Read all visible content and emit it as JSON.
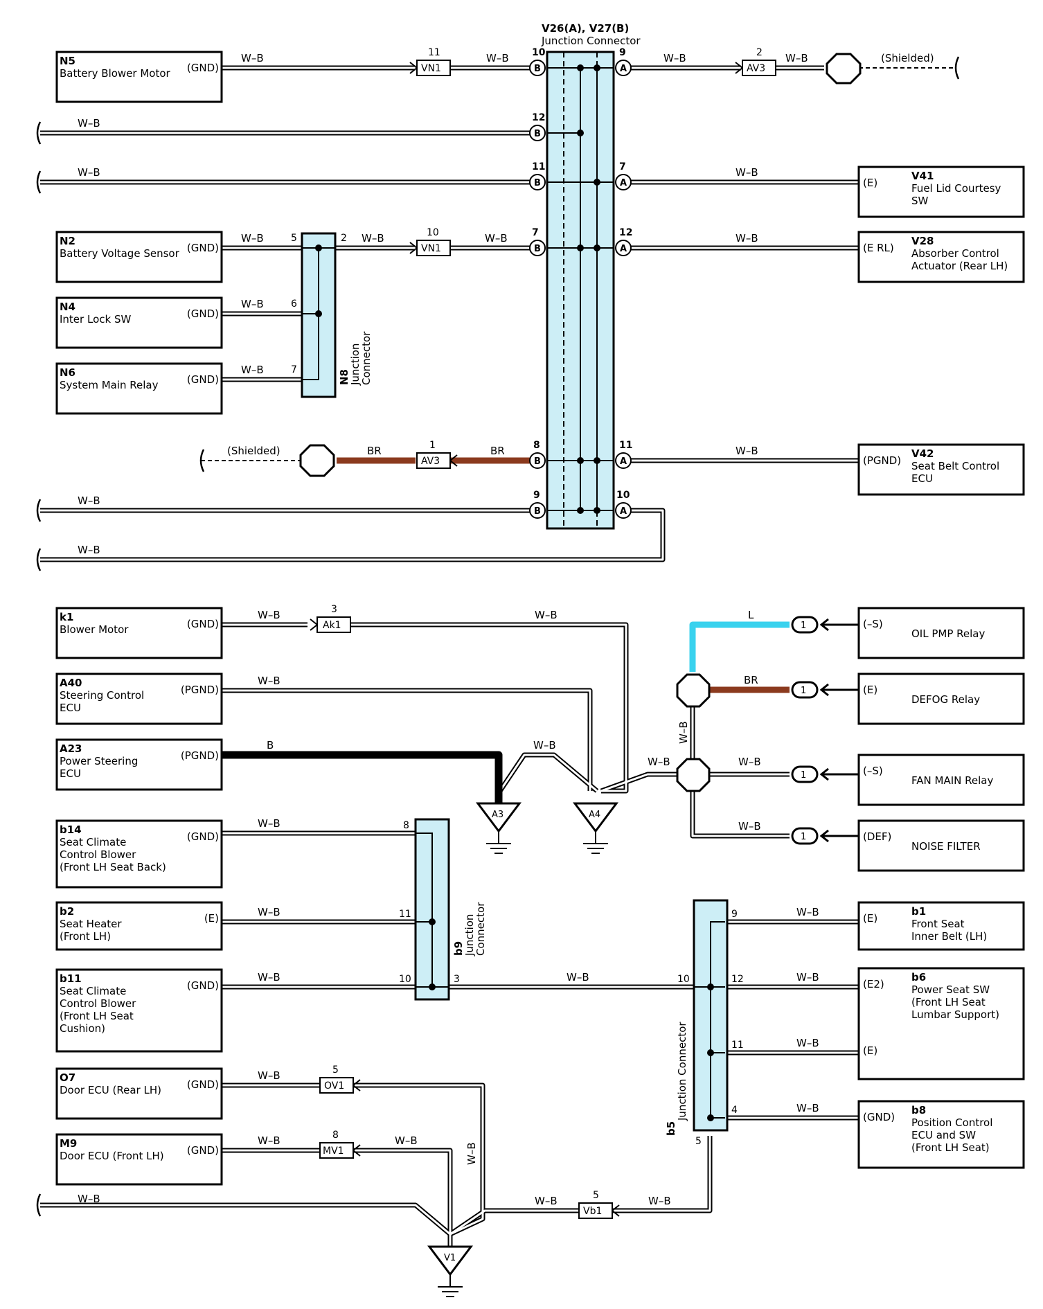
{
  "colors": {
    "wire_wb": "#000000",
    "wire_br": "#8b3a1e",
    "wire_l": "#39d2ee",
    "wire_b": "#000000",
    "junction_fill": "#cdeef6"
  },
  "labels": {
    "w_b": "W–B",
    "br": "BR",
    "l": "L",
    "b": "B",
    "shielded": "(Shielded)"
  },
  "junctions": {
    "v26_v27": {
      "title": "V26(A), V27(B)",
      "subtitle": "Junction Connector"
    },
    "n8": {
      "code": "N8",
      "name": "Junction",
      "name2": "Connector"
    },
    "b9": {
      "code": "b9",
      "name": "Junction",
      "name2": "Connector"
    },
    "b5": {
      "code": "b5",
      "name": "Junction Connector"
    }
  },
  "connectors": {
    "vn1_a": {
      "id": "VN1",
      "pin": "11"
    },
    "vn1_b": {
      "id": "VN1",
      "pin": "10"
    },
    "av3_a": {
      "id": "AV3",
      "pin": "2"
    },
    "av3_b": {
      "id": "AV3",
      "pin": "1"
    },
    "ak1": {
      "id": "Ak1",
      "pin": "3"
    },
    "ov1": {
      "id": "OV1",
      "pin": "5"
    },
    "mv1": {
      "id": "MV1",
      "pin": "8"
    },
    "vb1": {
      "id": "Vb1",
      "pin": "5"
    }
  },
  "grounds": {
    "a3": "A3",
    "a4": "A4",
    "v1": "V1"
  },
  "pins": {
    "b10": "10",
    "a9": "9",
    "b12": "12",
    "b11": "11",
    "a7": "7",
    "b7": "7",
    "a12": "12",
    "b8": "8",
    "a11": "11",
    "b9": "9",
    "a10": "10",
    "n8_5": "5",
    "n8_2": "2",
    "n8_6": "6",
    "n8_7": "7",
    "b9_8": "8",
    "b9_11": "11",
    "b9_10": "10",
    "b9_3": "3",
    "b5_10": "10",
    "b5_9": "9",
    "b5_12": "12",
    "b5_11": "11",
    "b5_4": "4",
    "b5_5": "5",
    "relay_pin": "1"
  },
  "components_left": [
    {
      "code": "N5",
      "name": "Battery Blower Motor",
      "name2": "",
      "name3": "",
      "name4": "",
      "signal": "(GND)"
    },
    {
      "code": "N2",
      "name": "Battery Voltage Sensor",
      "name2": "",
      "name3": "",
      "name4": "",
      "signal": "(GND)"
    },
    {
      "code": "N4",
      "name": "Inter Lock SW",
      "name2": "",
      "name3": "",
      "name4": "",
      "signal": "(GND)"
    },
    {
      "code": "N6",
      "name": "System Main Relay",
      "name2": "",
      "name3": "",
      "name4": "",
      "signal": "(GND)"
    },
    {
      "code": "k1",
      "name": "Blower Motor",
      "name2": "",
      "name3": "",
      "name4": "",
      "signal": "(GND)"
    },
    {
      "code": "A40",
      "name": "Steering Control",
      "name2": "ECU",
      "name3": "",
      "name4": "",
      "signal": "(PGND)"
    },
    {
      "code": "A23",
      "name": "Power Steering",
      "name2": "ECU",
      "name3": "",
      "name4": "",
      "signal": "(PGND)"
    },
    {
      "code": "b14",
      "name": "Seat Climate",
      "name2": "Control Blower",
      "name3": "(Front LH Seat Back)",
      "name4": "",
      "signal": "(GND)"
    },
    {
      "code": "b2",
      "name": "Seat Heater",
      "name2": "(Front LH)",
      "name3": "",
      "name4": "",
      "signal": "(E)"
    },
    {
      "code": "b11",
      "name": "Seat Climate",
      "name2": "Control Blower",
      "name3": "(Front LH Seat",
      "name4": " Cushion)",
      "signal": "(GND)"
    },
    {
      "code": "O7",
      "name": "Door ECU (Rear LH)",
      "name2": "",
      "name3": "",
      "name4": "",
      "signal": "(GND)"
    },
    {
      "code": "M9",
      "name": "Door ECU (Front LH)",
      "name2": "",
      "name3": "",
      "name4": "",
      "signal": "(GND)"
    }
  ],
  "components_right": [
    {
      "code": "V41",
      "name": "Fuel Lid Courtesy",
      "name2": "SW",
      "name3": "",
      "signal": "(E)",
      "signal2": ""
    },
    {
      "code": "V28",
      "name": "Absorber Control",
      "name2": "Actuator (Rear LH)",
      "name3": "",
      "signal": "(E RL)",
      "signal2": ""
    },
    {
      "code": "V42",
      "name": "Seat Belt Control",
      "name2": "ECU",
      "name3": "",
      "signal": "(PGND)",
      "signal2": ""
    },
    {
      "code": "",
      "name": "OIL PMP Relay",
      "name2": "",
      "name3": "",
      "signal": "(–S)",
      "signal2": ""
    },
    {
      "code": "",
      "name": "DEFOG Relay",
      "name2": "",
      "name3": "",
      "signal": "(E)",
      "signal2": ""
    },
    {
      "code": "",
      "name": "FAN MAIN Relay",
      "name2": "",
      "name3": "",
      "signal": "(–S)",
      "signal2": ""
    },
    {
      "code": "",
      "name": "NOISE FILTER",
      "name2": "",
      "name3": "",
      "signal": "(DEF)",
      "signal2": ""
    },
    {
      "code": "b1",
      "name": "Front Seat",
      "name2": "Inner Belt (LH)",
      "name3": "",
      "signal": "(E)",
      "signal2": ""
    },
    {
      "code": "b6",
      "name": "Power Seat SW",
      "name2": "(Front LH Seat",
      "name3": " Lumbar Support)",
      "signal": "(E2)",
      "signal2": "(E)"
    },
    {
      "code": "b8",
      "name": "Position Control",
      "name2": "ECU and SW",
      "name3": "(Front LH Seat)",
      "signal": "(GND)",
      "signal2": ""
    }
  ]
}
